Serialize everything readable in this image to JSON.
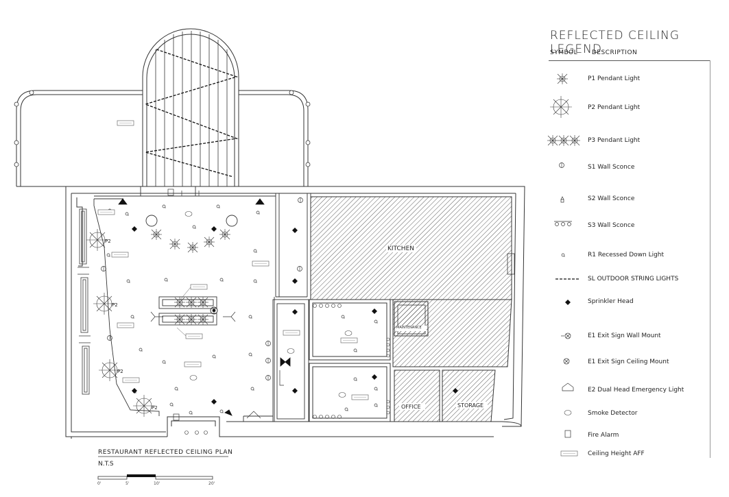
{
  "legend": {
    "title": "REFLECTED CEILING LEGEND",
    "col_symbol": "SYMBOL",
    "col_description": "DESCRIPTION",
    "items": [
      {
        "symbol": "p1-pendant-light-icon",
        "label": "P1 Pendant Light"
      },
      {
        "symbol": "p2-pendant-light-icon",
        "label": "P2 Pendant Light"
      },
      {
        "symbol": "p3-pendant-light-icon",
        "label": "P3 Pendant Light"
      },
      {
        "symbol": "s1-wall-sconce-icon",
        "label": "S1 Wall Sconce"
      },
      {
        "symbol": "s2-wall-sconce-icon",
        "label": "S2 Wall Sconce"
      },
      {
        "symbol": "s3-wall-sconce-icon",
        "label": "S3 Wall Sconce"
      },
      {
        "symbol": "r1-recessed-light-icon",
        "label": "R1 Recessed Down Light"
      },
      {
        "symbol": "string-lights-icon",
        "label": "SL OUTDOOR STRING LIGHTS"
      },
      {
        "symbol": "sprinkler-head-icon",
        "label": "Sprinkler Head"
      },
      {
        "symbol": "exit-sign-wall-icon",
        "label": "E1 Exit Sign Wall Mount"
      },
      {
        "symbol": "exit-sign-ceiling-icon",
        "label": "E1 Exit Sign Ceiling Mount"
      },
      {
        "symbol": "emergency-light-icon",
        "label": "E2 Dual Head Emergency Light"
      },
      {
        "symbol": "smoke-detector-icon",
        "label": "Smoke Detector"
      },
      {
        "symbol": "fire-alarm-icon",
        "label": "Fire Alarm"
      },
      {
        "symbol": "ceiling-height-icon",
        "label": "Ceiling Height AFF"
      }
    ]
  },
  "plan": {
    "title": "RESTAURANT REFLECTED CEILING PLAN",
    "scale": "N.T.S",
    "rooms": {
      "kitchen": "KITCHEN",
      "maintenance": "MAINTENANCE",
      "office": "OFFICE",
      "storage": "STORAGE"
    },
    "pendant_tag": "P2",
    "scale_ticks": [
      "0'",
      "5'",
      "10'",
      "20'"
    ]
  }
}
